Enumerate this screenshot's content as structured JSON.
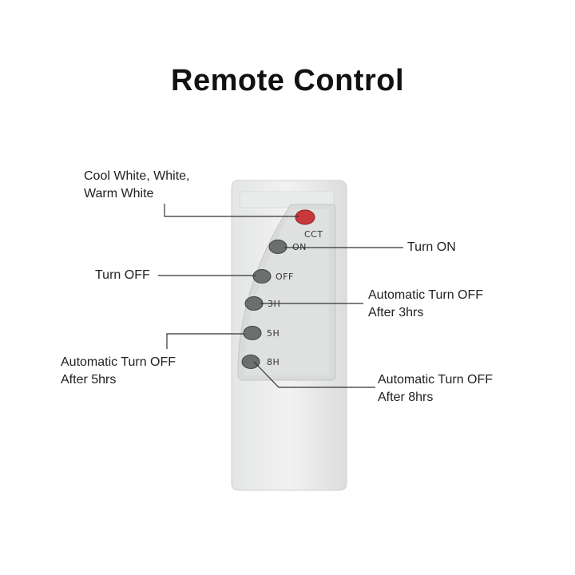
{
  "title": "Remote Control",
  "remote": {
    "buttons": [
      {
        "id": "cct",
        "label": "CCT",
        "color": "#c9383a"
      },
      {
        "id": "on",
        "label": "ON",
        "color": "#6b6f6e"
      },
      {
        "id": "off",
        "label": "OFF",
        "color": "#6b6f6e"
      },
      {
        "id": "3h",
        "label": "3H",
        "color": "#6b6f6e"
      },
      {
        "id": "5h",
        "label": "5H",
        "color": "#6b6f6e"
      },
      {
        "id": "8h",
        "label": "8H",
        "color": "#6b6f6e"
      }
    ]
  },
  "callouts": {
    "cct": [
      "Cool White, White,",
      "Warm White"
    ],
    "on": [
      "Turn ON"
    ],
    "off": [
      "Turn OFF"
    ],
    "h3": [
      "Automatic Turn OFF",
      "After 3hrs"
    ],
    "h5": [
      "Automatic Turn OFF",
      "After 5hrs"
    ],
    "h8": [
      "Automatic Turn OFF",
      "After 8hrs"
    ]
  }
}
